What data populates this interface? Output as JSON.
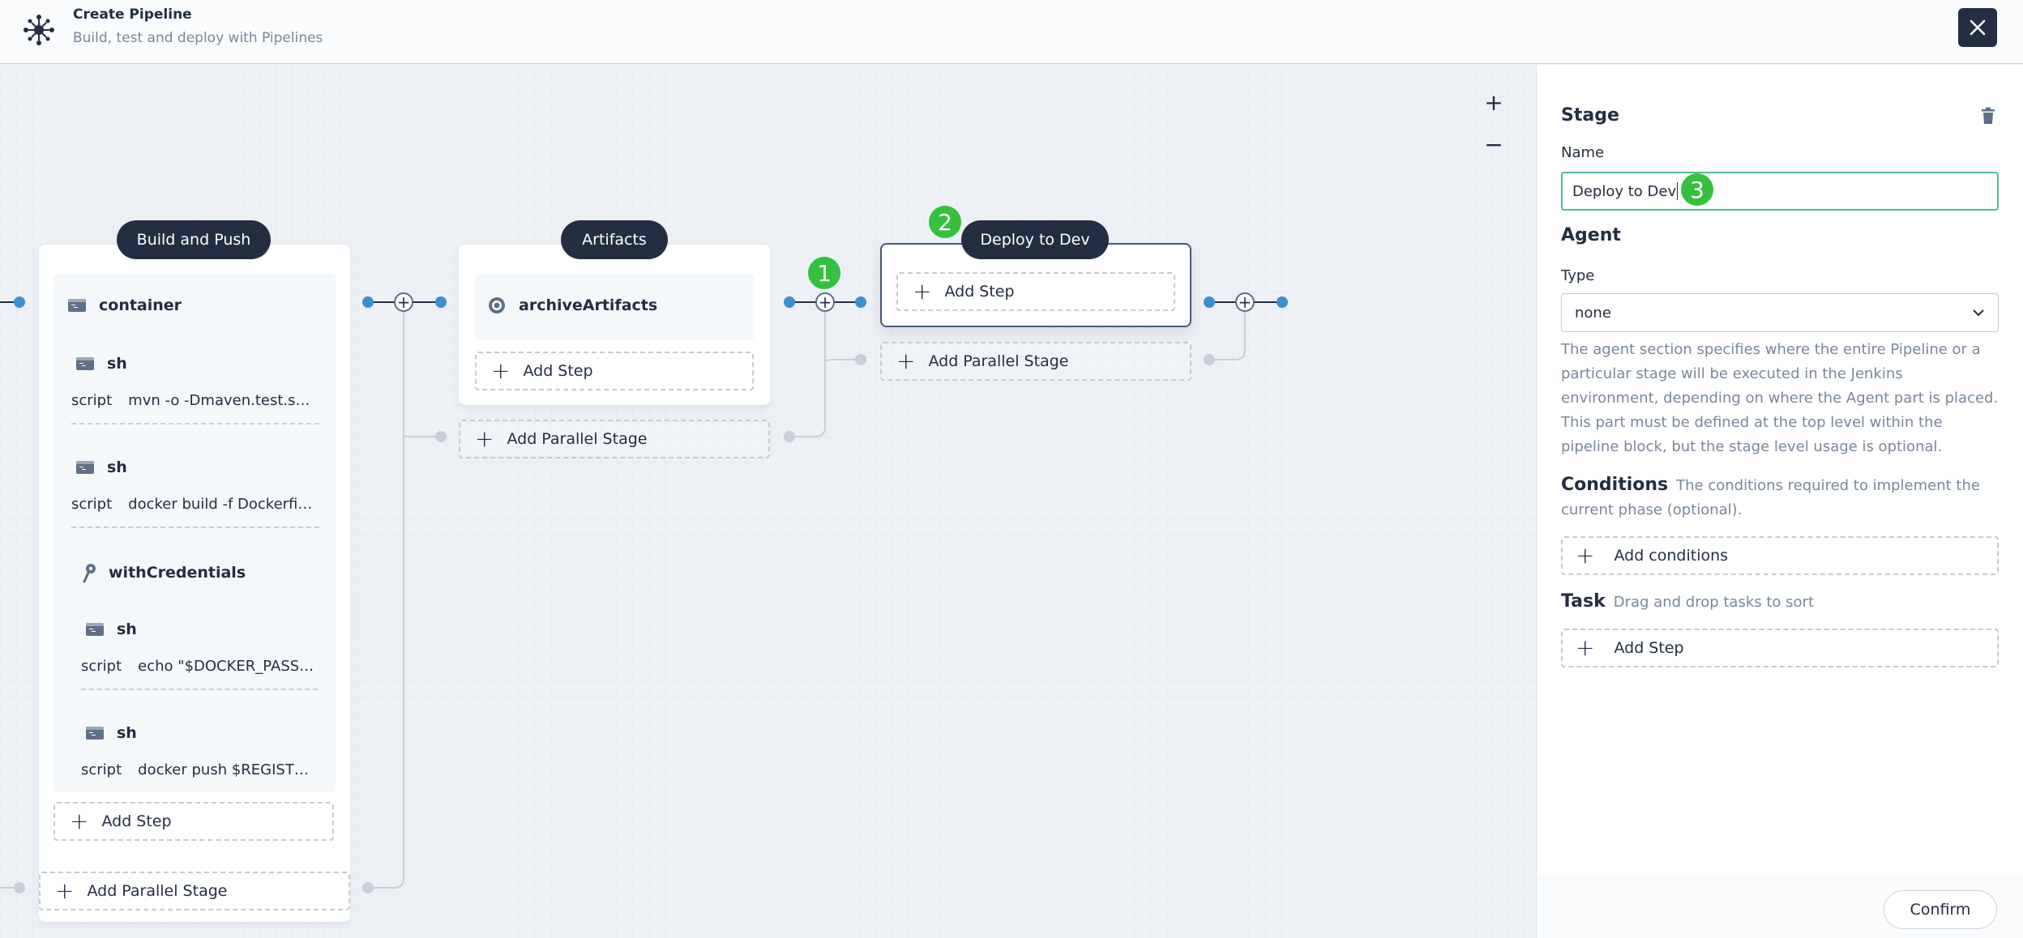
{
  "header": {
    "title": "Create Pipeline",
    "subtitle": "Build, test and deploy with Pipelines"
  },
  "canvas": {
    "zoom_in": "+",
    "zoom_out": "−",
    "add_step_label": "Add Step",
    "add_parallel_label": "Add Parallel Stage",
    "stages": [
      {
        "name": "Build and Push",
        "steps": [
          {
            "name": "container"
          },
          {
            "name": "sh",
            "script_label": "script",
            "script": "mvn -o -Dmaven.test.skip=true -gs `pwd`/configuration/settings.xml clean package"
          },
          {
            "name": "sh",
            "script_label": "script",
            "script": "docker build -f Dockerfile-online -t $REGISTRY/$DOCKERHUB_NAMESPACE/$APP_NAME:SNAPSHOT-$BUILD_NUMBER ."
          },
          {
            "name": "withCredentials"
          },
          {
            "name": "sh",
            "script_label": "script",
            "script": "echo \"$DOCKER_PASSWORD\" | docker login $REGISTRY -u \"$DOCKER_USERNAME\" --password-stdin"
          },
          {
            "name": "sh",
            "script_label": "script",
            "script": "docker push $REGISTRY/$DOCKERHUB_NAMESPACE/$APP_NAME:SNAPSHOT-$BUILD_NUMBER"
          }
        ]
      },
      {
        "name": "Artifacts",
        "steps": [
          {
            "name": "archiveArtifacts"
          }
        ]
      },
      {
        "name": "Deploy to Dev",
        "steps": []
      }
    ],
    "badges": [
      "1",
      "2",
      "3"
    ]
  },
  "panel": {
    "title": "Stage",
    "name_label": "Name",
    "name_value": "Deploy to Dev",
    "agent_title": "Agent",
    "type_label": "Type",
    "type_value": "none",
    "agent_desc": "The agent section specifies where the entire Pipeline or a particular stage will be executed in the Jenkins environment, depending on where the Agent part is placed. This part must be defined at the top level within the pipeline block, but the stage level usage is optional.",
    "conditions_title": "Conditions",
    "conditions_desc": "The conditions required to implement the current phase (optional).",
    "add_conditions": "Add conditions",
    "task_title": "Task",
    "task_desc": "Drag and drop tasks to sort",
    "add_step": "Add Step",
    "confirm": "Confirm"
  },
  "colors": {
    "dark": "#242e42",
    "accent_green": "#55bc8a",
    "badge_green": "#35c03e",
    "node_blue": "#3a8fd0"
  }
}
